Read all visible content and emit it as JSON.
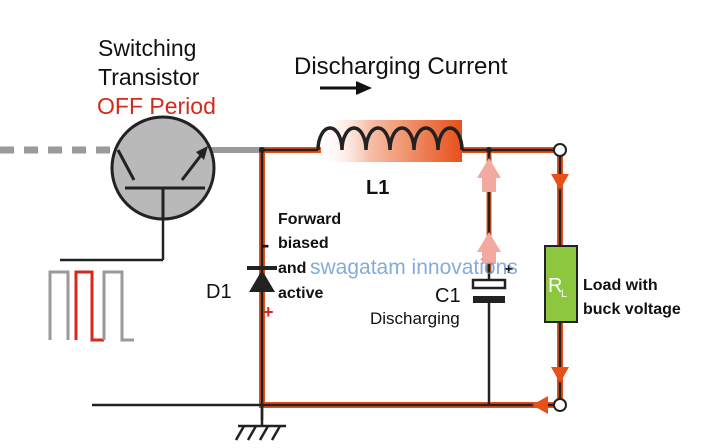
{
  "labels": {
    "title_line1": "Switching",
    "title_line2": "Transistor",
    "off_period": "OFF Period",
    "discharging_current": "Discharging Current",
    "inductor": "L1",
    "forward_line1": "Forward",
    "forward_line2": "biased",
    "forward_line3": "and",
    "forward_line4": "active",
    "diode": "D1",
    "capacitor": "C1",
    "cap_state": "Discharging",
    "resistor_main": "R",
    "resistor_sub": "L",
    "load_line1": "Load with",
    "load_line2": "buck voltage",
    "diode_minus": "-",
    "diode_plus": "+",
    "cap_plus": "+",
    "watermark": "swagatam innovations"
  },
  "colors": {
    "wire": "#222222",
    "current_path": "#e8501a",
    "off_period_text": "#d42a1e",
    "transistor_fill": "#b9b9b9",
    "load_fill": "#8dc63f",
    "pulse_gray": "#9a9a9a",
    "pulse_red": "#d42a1e",
    "watermark": "#5b8fd0",
    "plus_red": "#d42a1e"
  }
}
